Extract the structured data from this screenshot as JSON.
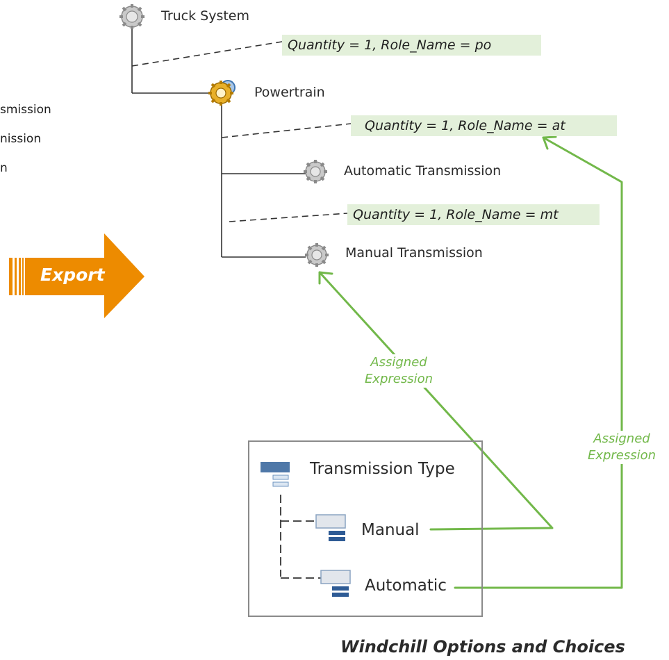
{
  "cutoff_items": [
    "smission",
    "nission",
    "n"
  ],
  "export": {
    "label": "Export",
    "color": "#ed8b00"
  },
  "tree": {
    "truck": "Truck System",
    "powertrain": "Powertrain",
    "auto": "Automatic Transmission",
    "manual": "Manual Transmission"
  },
  "annotations": {
    "po": "Quantity = 1, Role_Name = po",
    "at": "Quantity = 1, Role_Name = at",
    "mt": "Quantity = 1, Role_Name = mt"
  },
  "assigned": {
    "left": [
      "Assigned",
      "Expression"
    ],
    "right": [
      "Assigned",
      "Expression"
    ]
  },
  "options": {
    "title": "Transmission Type",
    "manual": "Manual",
    "automatic": "Automatic"
  },
  "caption": "Windchill Options and Choices",
  "colors": {
    "green_arrow": "#72b84a",
    "annotation_bg": "#e3f0da",
    "option_icon": "#4f78a8"
  },
  "icons": {
    "truck": "gear-icon",
    "powertrain": "gear-assembly-icon",
    "auto": "gear-icon",
    "manual": "gear-icon",
    "option": "option-icon",
    "choice": "choice-icon"
  }
}
